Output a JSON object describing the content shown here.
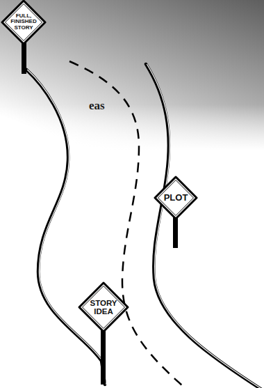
{
  "diagram": {
    "nodes": [
      {
        "text": [
          "FULL, FINISHED STORY"
        ]
      },
      {
        "text": [
          "PLOT"
        ]
      },
      {
        "text": [
          "STORY IDEA"
        ]
      }
    ],
    "labels": [
      "eas"
    ]
  }
}
